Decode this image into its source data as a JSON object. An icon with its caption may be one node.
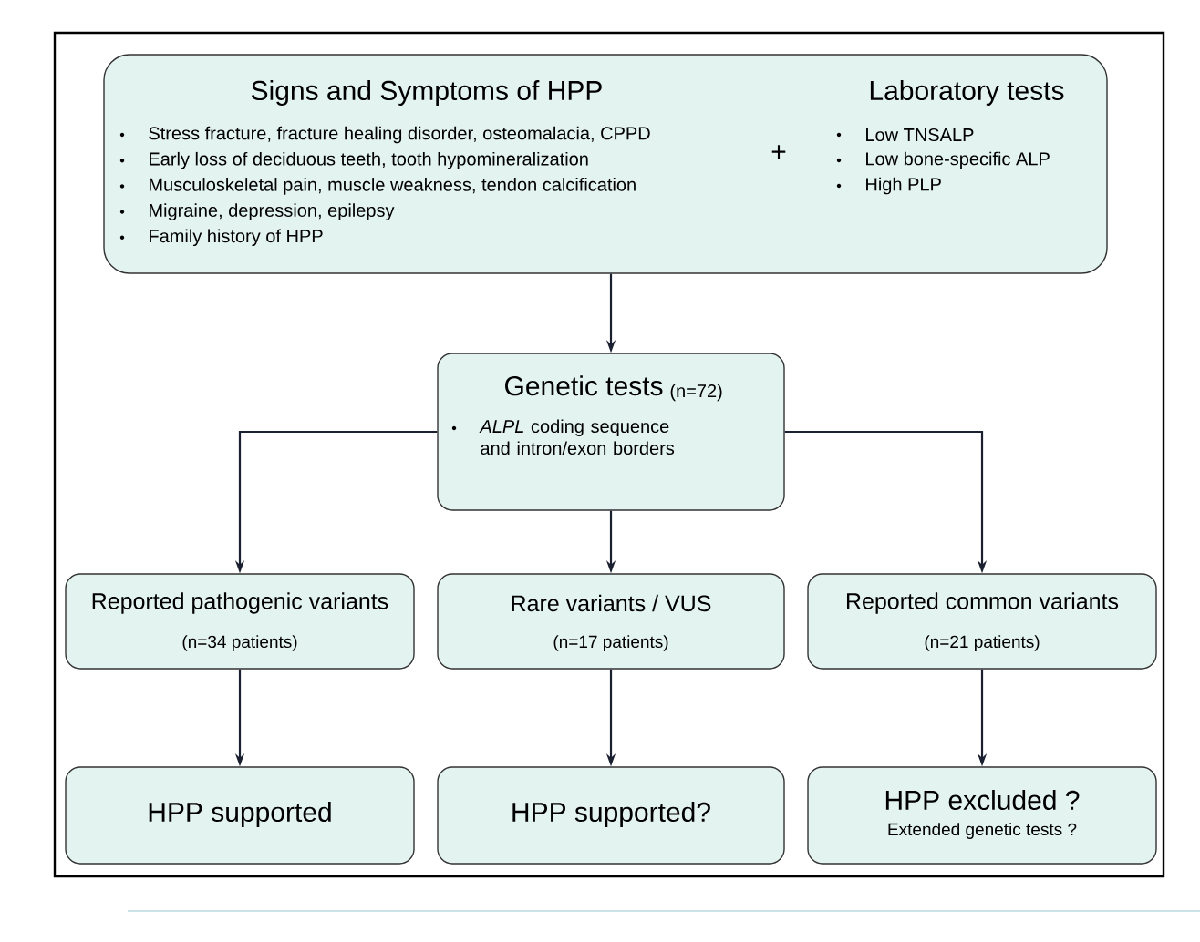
{
  "diagram": {
    "nodes": [
      {
        "text": [
          "Signs and Symptoms of HPP",
          "Stress fracture, fracture healing disorder, osteomalacia, CPPD",
          "Early loss of deciduous teeth, tooth hypomineralization",
          "Musculoskeletal pain, muscle weakness, tendon calcification",
          "Migraine, depression, epilepsy",
          "Family history of HPP",
          "+",
          "Laboratory tests",
          "Low TNSALP",
          "Low bone-specific ALP",
          "High PLP"
        ]
      },
      {
        "text": [
          "Genetic tests",
          "(n=72)",
          "*ALPL* coding sequence and intron/exon borders"
        ]
      },
      {
        "text": [
          "Reported pathogenic variants",
          "(n=34 patients)"
        ]
      },
      {
        "text": [
          "Rare variants / VUS",
          "(n=17 patients)"
        ]
      },
      {
        "text": [
          "Reported common variants",
          "(n=21 patients)"
        ]
      },
      {
        "text": [
          "HPP supported"
        ]
      },
      {
        "text": [
          "HPP supported?"
        ]
      },
      {
        "text": [
          "HPP excluded ?",
          "Extended genetic tests ?"
        ]
      }
    ],
    "edges": [
      {
        "from": 0,
        "to": 1,
        "arrow": "to"
      },
      {
        "from": 1,
        "to": 2,
        "arrow": "to"
      },
      {
        "from": 1,
        "to": 3,
        "arrow": "to"
      },
      {
        "from": 1,
        "to": 4,
        "arrow": "to"
      },
      {
        "from": 2,
        "to": 5,
        "arrow": "to"
      },
      {
        "from": 3,
        "to": 6,
        "arrow": "to"
      },
      {
        "from": 4,
        "to": 7,
        "arrow": "to"
      }
    ]
  }
}
